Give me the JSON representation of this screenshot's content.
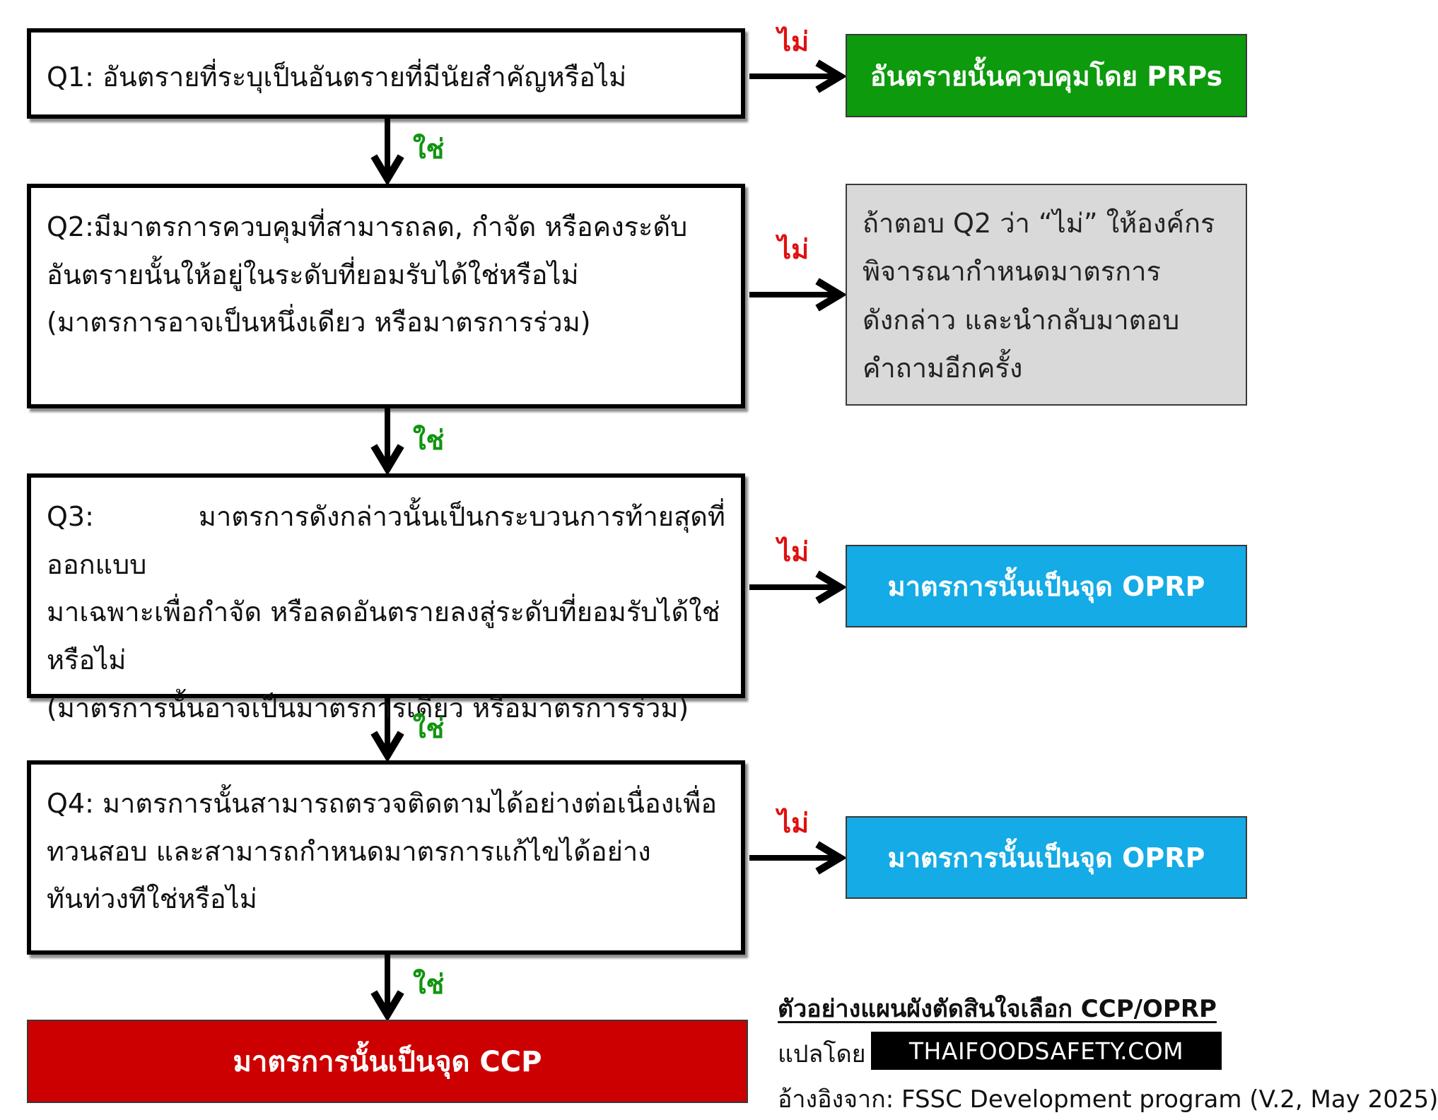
{
  "questions": {
    "q1": {
      "lines": [
        "Q1: อันตรายที่ระบุเป็นอันตรายที่มีนัยสำคัญหรือไม่"
      ]
    },
    "q2": {
      "lines": [
        "Q2:มีมาตรการควบคุมที่สามารถลด, กำจัด หรือคงระดับ",
        "อันตรายนั้นให้อยู่ในระดับที่ยอมรับได้ใช่หรือไม่",
        "(มาตรการอาจเป็นหนึ่งเดียว หรือมาตรการร่วม)"
      ]
    },
    "q3": {
      "lines": [
        "Q3:  มาตรการดังกล่าวนั้นเป็นกระบวนการท้ายสุดที่ออกแบบ",
        "มาเฉพาะเพื่อกำจัด หรือลดอันตรายลงสู่ระดับที่ยอมรับได้ใช่",
        "หรือไม่",
        "(มาตรการนั้นอาจเป็นมาตรการเดียว หรือมาตรการร่วม)"
      ]
    },
    "q4": {
      "lines": [
        "Q4:    มาตรการนั้นสามารถตรวจติดตามได้อย่างต่อเนื่องเพื่อ",
        "ทวนสอบ และสามารถกำหนดมาตรการแก้ไขได้อย่าง",
        "ทันท่วงทีใช่หรือไม่"
      ]
    }
  },
  "results": {
    "r1": "อันตรายนั้นควบคุมโดย PRPs",
    "r2": {
      "lines": [
        "ถ้าตอบ Q2 ว่า “ไม่” ให้องค์กร",
        "พิจารณากำหนดมาตรการ",
        "ดังกล่าว และนำกลับมาตอบ",
        "คำถามอีกครั้ง"
      ]
    },
    "r3": "มาตรการนั้นเป็นจุด OPRP",
    "r4": "มาตรการนั้นเป็นจุด OPRP",
    "ccp": "มาตรการนั้นเป็นจุด CCP"
  },
  "labels": {
    "no": "ไม่",
    "yes": "ใช่"
  },
  "caption": {
    "title": "ตัวอย่างแผนผังตัดสินใจเลือก CCP/OPRP",
    "translated_by": "แปลโดย",
    "site": "THAIFOODSAFETY.COM",
    "reference": "อ้างอิงจาก: FSSC Development program (V.2, May 2025)"
  },
  "colors": {
    "prp_green": "#0d9a0d",
    "oprp_blue": "#14abe6",
    "ccp_red": "#cc0000",
    "note_gray": "#d9d9d9",
    "no_red": "#e01010",
    "yes_green": "#109510"
  }
}
